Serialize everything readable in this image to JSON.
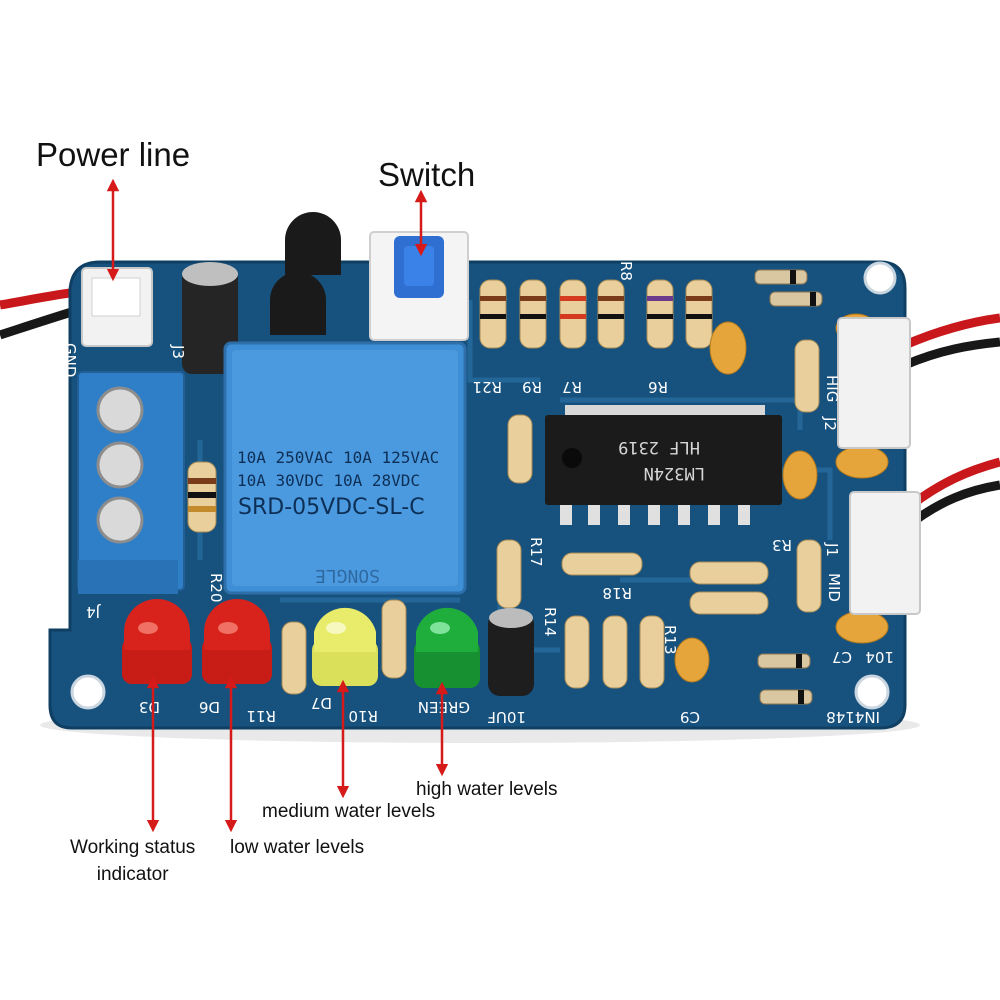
{
  "labels": {
    "power_line": "Power line",
    "switch": "Switch",
    "high_water": "high water levels",
    "medium_water": "medium water levels",
    "working_status_1": "Working status",
    "working_status_2": "indicator",
    "low_water": "low water levels"
  },
  "board": {
    "relay_line1": "10A 250VAC  10A 125VAC",
    "relay_line2": "10A  30VDC  10A  28VDC",
    "relay_model": "SRD-05VDC-SL-C",
    "relay_brand": "SONGLE",
    "ic_brand": "HLF 2319",
    "ic_model": "LM324N",
    "silk_d3": "D3",
    "silk_d6": "D6",
    "silk_d7": "D7",
    "silk_green": "GREEN",
    "silk_10uf": "10UF",
    "silk_j4": "J4",
    "silk_j3": "J3",
    "silk_gnd": "GND",
    "silk_r11": "R11",
    "silk_r10": "R10",
    "silk_r9": "R9",
    "silk_r7": "R7",
    "silk_r6": "R6",
    "silk_r8": "R8",
    "silk_r21": "R21",
    "silk_r17": "R17",
    "silk_r14": "R14",
    "silk_r18": "R18",
    "silk_r13": "R13",
    "silk_r3": "R3",
    "silk_r20": "R20",
    "silk_c9": "C9",
    "silk_c7": "C7",
    "silk_104": "104",
    "silk_in4148": "IN4148",
    "silk_hig": "HIG",
    "silk_mid": "MID",
    "silk_j1": "J1",
    "silk_j2": "J2"
  },
  "colors": {
    "pcb": "#17527e",
    "pcb_edge": "#0f3f63",
    "relay": "#3f8fd6",
    "terminal": "#2f7fc8",
    "arrow": "#d61a1a",
    "led_red": "#d8231c",
    "led_yellow": "#e9ec6a",
    "led_green": "#1fae3c",
    "ic": "#1b1b1b",
    "cap_ceramic": "#e6a53a",
    "resistor_body": "#e8cf9c"
  }
}
